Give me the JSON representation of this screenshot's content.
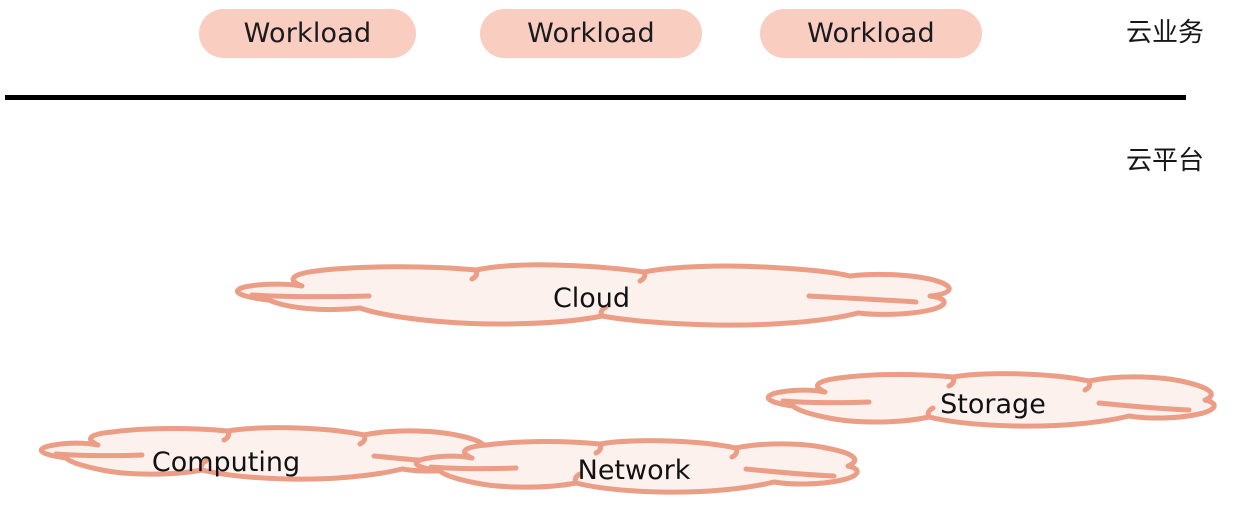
{
  "diagram": {
    "title_layers": [
      {
        "name": "cloud-business-layer-label",
        "text": "云业务"
      },
      {
        "name": "cloud-platform-layer-label",
        "text": "云平台"
      }
    ],
    "workloads": [
      {
        "label": "Workload"
      },
      {
        "label": "Workload"
      },
      {
        "label": "Workload"
      }
    ],
    "clouds": [
      {
        "label": "Cloud"
      },
      {
        "label": "Computing"
      },
      {
        "label": "Network"
      },
      {
        "label": "Storage"
      }
    ],
    "colors": {
      "pill_fill": "#f9cdc0",
      "cloud_fill": "#fdf1ed",
      "cloud_stroke": "#eb9d85",
      "divider": "#000000",
      "text": "#17171a"
    }
  }
}
